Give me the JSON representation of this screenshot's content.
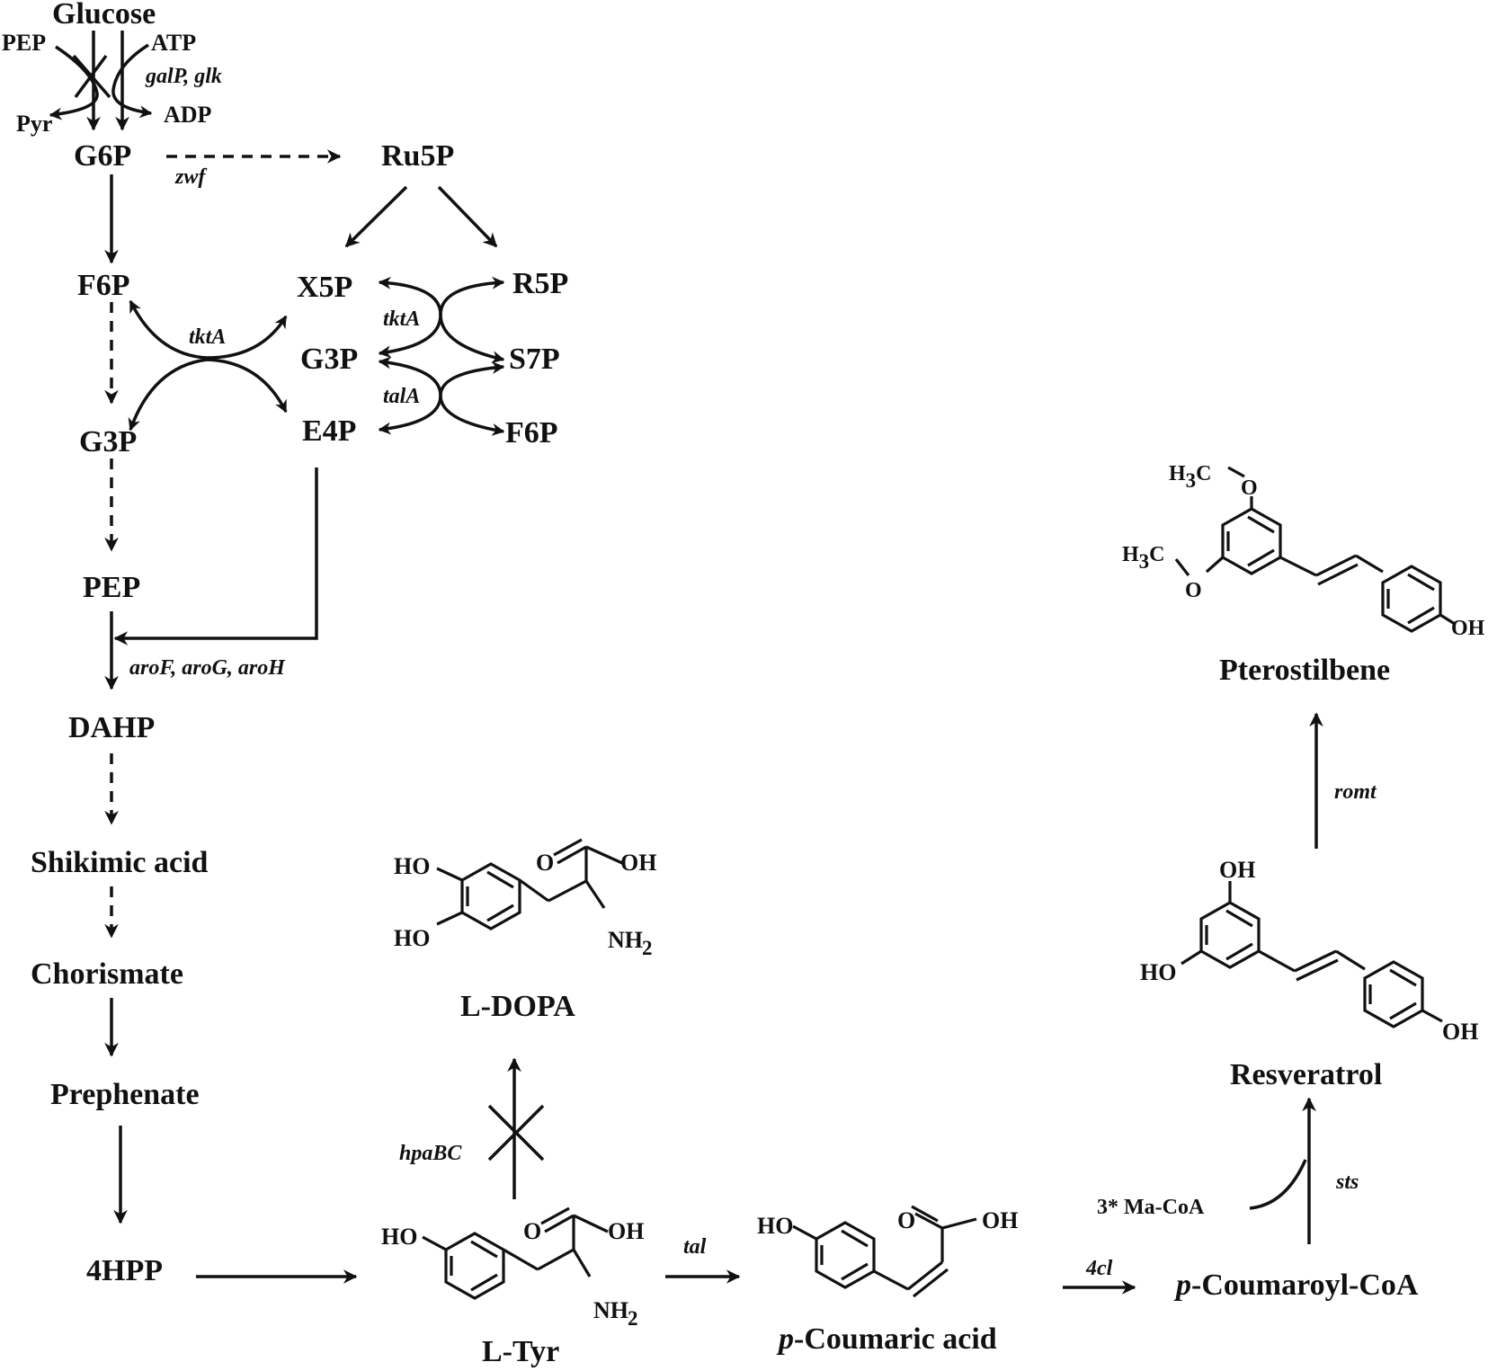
{
  "metabolites": {
    "glucose": "Glucose",
    "pep_top": "PEP",
    "atp": "ATP",
    "pyr": "Pyr",
    "adp": "ADP",
    "g6p": "G6P",
    "ru5p": "Ru5P",
    "f6p": "F6P",
    "x5p": "X5P",
    "r5p": "R5P",
    "g3p_mid": "G3P",
    "s7p": "S7P",
    "g3p_left": "G3P",
    "e4p": "E4P",
    "f6p_right": "F6P",
    "pep": "PEP",
    "dahp": "DAHP",
    "shikimic": "Shikimic acid",
    "chorismate": "Chorismate",
    "prephenate": "Prephenate",
    "hpp": "4HPP",
    "ltyr": "L-Tyr",
    "ldopa": "L-DOPA",
    "coumaric_prefix": "p",
    "coumaric": "-Coumaric acid",
    "coumaroyl_prefix": "p",
    "coumaroyl": "-Coumaroyl-CoA",
    "resveratrol": "Resveratrol",
    "pterostilbene": "Pterostilbene",
    "macoa": "3* Ma-CoA"
  },
  "genes": {
    "galp_glk": "galP, glk",
    "zwf": "zwf",
    "tkta_left": "tktA",
    "tkta_right": "tktA",
    "tala": "talA",
    "aro": "aroF, aroG, aroH",
    "hpabc": "hpaBC",
    "tal": "tal",
    "cl4": "4cl",
    "sts": "sts",
    "romt": "romt"
  },
  "atoms": {
    "ho": "HO",
    "oh": "OH",
    "o": "O",
    "nh": "NH",
    "sub2": "2",
    "h": "H",
    "sub3": "3",
    "c": "C"
  }
}
